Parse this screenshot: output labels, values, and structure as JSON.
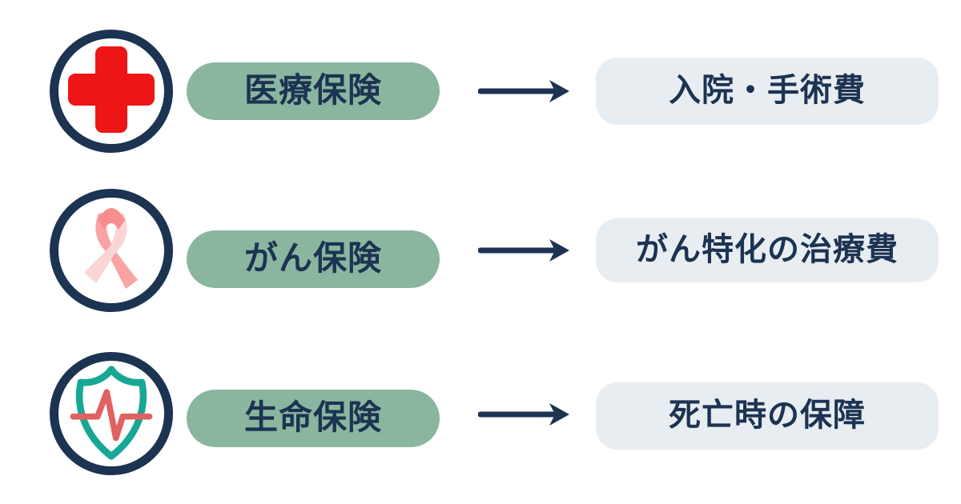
{
  "diagram": {
    "rows": [
      {
        "icon": "medical-cross-icon",
        "type_label": "医療保険",
        "coverage_label": "入院・手術費"
      },
      {
        "icon": "pink-ribbon-icon",
        "type_label": "がん保険",
        "coverage_label": "がん特化の治療費"
      },
      {
        "icon": "shield-heartbeat-icon",
        "type_label": "生命保険",
        "coverage_label": "死亡時の保障"
      }
    ],
    "colors": {
      "background": "#ffffff",
      "navy": "#1c3351",
      "pill_green": "#8ab6a0",
      "box_gray": "#e8edf2",
      "cross_red": "#ed1515",
      "ribbon_light_pink": "#fbd4d4",
      "ribbon_dark_pink": "#f9a3a3",
      "ribbon_cap_pink": "#f78d8d",
      "shield_teal": "#17a794",
      "heartbeat_coral": "#e06161"
    }
  }
}
